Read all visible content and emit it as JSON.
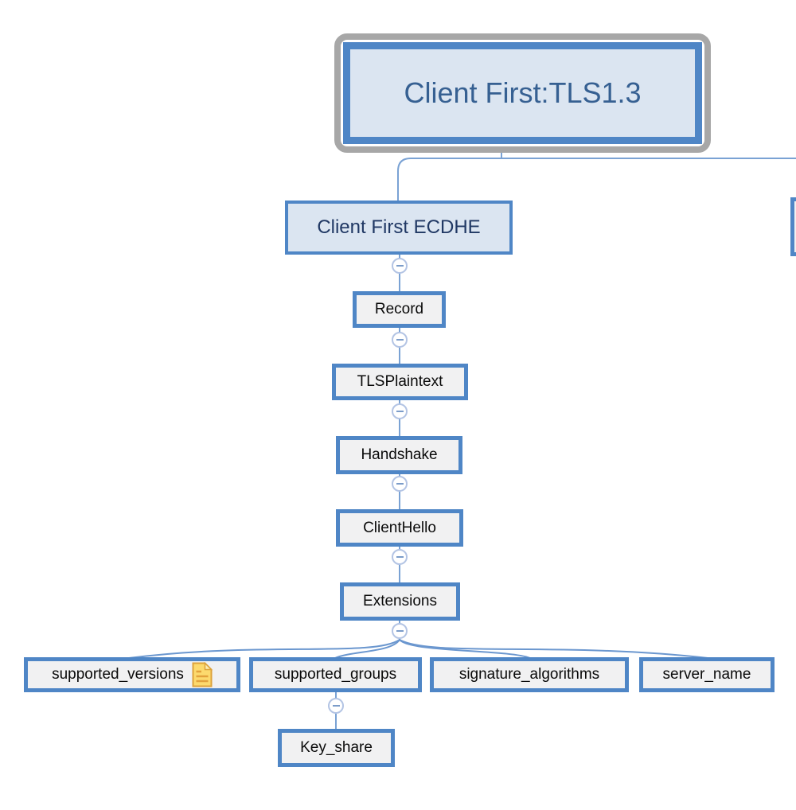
{
  "colors": {
    "accent_blue_border": "#4f86c6",
    "blue_node_fill": "#dbe5f1",
    "gray_node_fill": "#f1f1f2",
    "root_frame_gray": "#a7a7a7",
    "root_text": "#366092",
    "branch_text": "#203864",
    "chain_text": "#0a0a0a",
    "connector_blue": "#7aa2d4",
    "toggle_ring": "#b3c4e4",
    "toggle_minus": "#7b9cc9",
    "note_icon_yellow": "#fcda6e",
    "note_icon_orange": "#dda33b"
  },
  "diagram": {
    "root": {
      "label": "Client First:TLS1.3"
    },
    "branch": {
      "label": "Client First ECDHE",
      "chain": [
        {
          "label": "Record"
        },
        {
          "label": "TLSPlaintext"
        },
        {
          "label": "Handshake"
        },
        {
          "label": "ClientHello"
        },
        {
          "label": "Extensions",
          "children": [
            {
              "label": "supported_versions",
              "icon": "note-icon"
            },
            {
              "label": "supported_groups",
              "children": [
                {
                  "label": "Key_share"
                }
              ]
            },
            {
              "label": "signature_algorithms"
            },
            {
              "label": "server_name"
            }
          ]
        }
      ]
    }
  }
}
